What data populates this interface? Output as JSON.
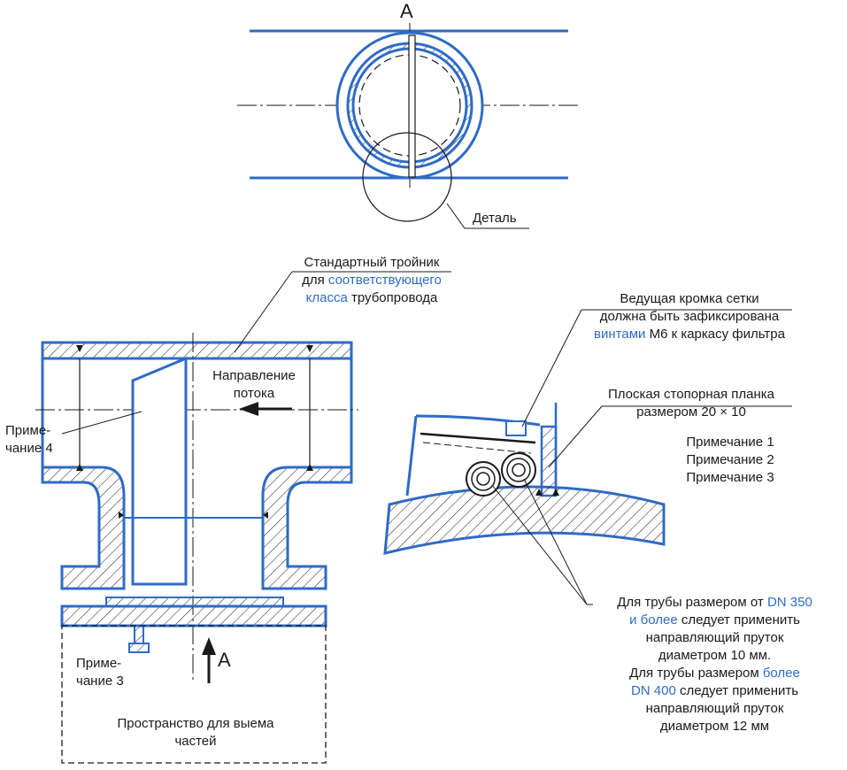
{
  "top_view": {
    "section_mark": "A",
    "detail_label": "Деталь"
  },
  "tee": {
    "line1": "Стандартный тройник",
    "line2_plain": "для",
    "line2_hl": "соответствующего",
    "line3_hl": "класса",
    "line3_plain": "трубопровода"
  },
  "flow": {
    "line1": "Направление",
    "line2": "потока"
  },
  "note4": {
    "line1": "Приме-",
    "line2": "чание 4"
  },
  "note3": {
    "line1": "Приме-",
    "line2": "чание 3"
  },
  "bottom_section_mark": "A",
  "space": {
    "line1": "Пространство для выема",
    "line2": "частей"
  },
  "mesh_edge": {
    "line1": "Ведущая кромка сетки",
    "line2": "должна быть зафиксирована",
    "line3_hl": "винтами",
    "line3_plain": "М6 к каркасу фильтра"
  },
  "plate": {
    "line1": "Плоская стопорная планка",
    "line2": "размером 20 × 10"
  },
  "notes": [
    "Примечание 1",
    "Примечание 2",
    "Примечание 3"
  ],
  "rod": {
    "l1_plain": "Для трубы размером от",
    "l1_hl": "DN 350",
    "l2_hl": "и более",
    "l2_plain": "следует применить",
    "l3": "направляющий пруток",
    "l4": "диаметром 10 мм.",
    "l5_plain": "Для трубы размером",
    "l5_hl": "более",
    "l6_hl": "DN 400",
    "l6_plain": "следует применить",
    "l7": "направляющий пруток",
    "l8": "диаметром 12 мм"
  },
  "colors": {
    "outline": "#2e6bc6",
    "line": "#1a1a1a",
    "highlight": "#2e6bc6"
  }
}
